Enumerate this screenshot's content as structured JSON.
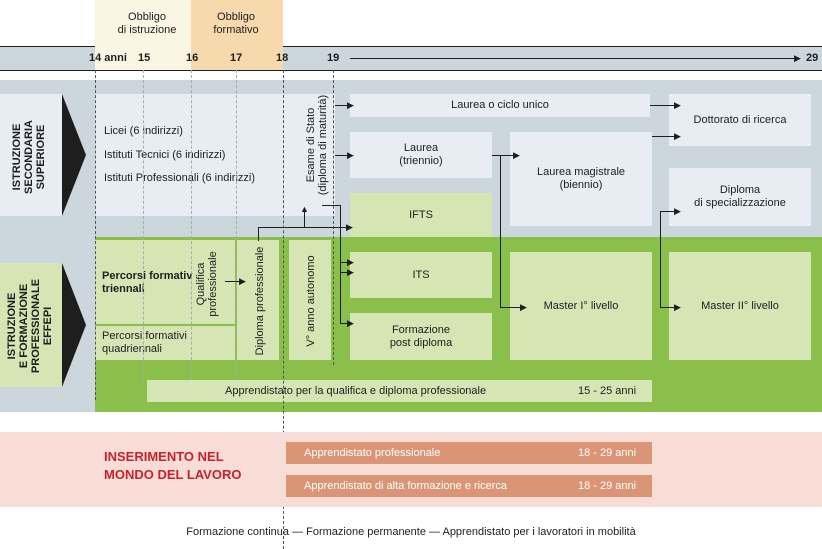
{
  "header": {
    "obbligo_istruzione": "Obbligo\ndi istruzione",
    "obbligo_formativo": "Obbligo\nformativo"
  },
  "ages": [
    "14 anni",
    "15",
    "16",
    "17",
    "18",
    "19",
    "29"
  ],
  "sections": {
    "secondaria": "ISTRUZIONE\nSECONDARIA\nSUPERIORE",
    "iefp": "ISTRUZIONE\nE FORMAZIONE\nPROFESSIONALE\nEFFEPI"
  },
  "secondaria_items": [
    "Licei (6 indirizzi)",
    "Istituti Tecnici (6 indirizzi)",
    "Istituti Professionali (6 indirizzi)"
  ],
  "iefp_items": {
    "triennali": "Percorsi formativi\ntriennali",
    "quadriennali": "Percorsi formativi\nquadriennali"
  },
  "rotated": {
    "qualifica": "Qualifica\nprofessionale",
    "diploma": "Diploma professionale",
    "esame": "Esame di Stato\n(diploma di maturità)",
    "quinto_anno": "V° anno autonomo"
  },
  "boxes": {
    "laurea_ciclo_unico": "Laurea o ciclo unico",
    "laurea_triennio": "Laurea\n(triennio)",
    "laurea_magistrale": "Laurea magistrale\n(biennio)",
    "dottorato": "Dottorato di ricerca",
    "diploma_spec": "Diploma\ndi specializzazione",
    "ifts": "IFTS",
    "its": "ITS",
    "formazione_post": "Formazione\npost diploma",
    "master1": "Master I° livello",
    "master2": "Master II° livello"
  },
  "apprendistato_qualifica": {
    "label": "Apprendistato per la qualifica e diploma professionale",
    "range": "15 - 25 anni"
  },
  "inserimento": "INSERIMENTO NEL\nMONDO DEL LAVORO",
  "apprendistato_prof": {
    "label": "Apprendistato professionale",
    "range": "18 - 29 anni"
  },
  "apprendistato_alta": {
    "label": "Apprendistato di alta formazione e ricerca",
    "range": "18 - 29 anni"
  },
  "footer": "Formazione continua — Formazione permanente — Apprendistato per i lavoratori in mobilità",
  "colors": {
    "grey_band": "#ccd7dd",
    "light_blue": "#e7edf3",
    "green_band": "#8bbf4b",
    "light_green": "#d5e5b4",
    "pink_band": "#f7ddd6",
    "salmon": "#d99575",
    "red_text": "#c8232c",
    "yellow_header": "#fbf6e3",
    "peach_header": "#f6d9ad"
  }
}
